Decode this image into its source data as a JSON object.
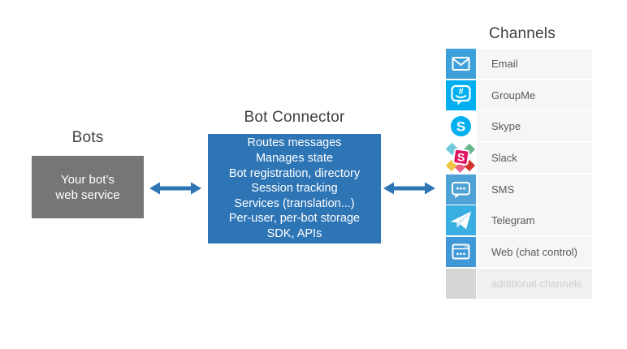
{
  "bots": {
    "heading": "Bots",
    "box_lines": [
      "Your bot’s",
      "web service"
    ]
  },
  "connector": {
    "heading": "Bot Connector",
    "lines": [
      "Routes messages",
      "Manages state",
      "Bot registration, directory",
      "Session tracking",
      "Services (translation...)",
      "Per-user, per-bot storage",
      "SDK, APIs"
    ]
  },
  "channels": {
    "heading": "Channels",
    "items": [
      {
        "label": "Email",
        "icon": "email-icon"
      },
      {
        "label": "GroupMe",
        "icon": "groupme-icon"
      },
      {
        "label": "Skype",
        "icon": "skype-icon"
      },
      {
        "label": "Slack",
        "icon": "slack-icon"
      },
      {
        "label": "SMS",
        "icon": "sms-icon"
      },
      {
        "label": "Telegram",
        "icon": "telegram-icon"
      },
      {
        "label": "Web (chat control)",
        "icon": "web-chat-icon"
      },
      {
        "label": "additional channels",
        "icon": "placeholder-icon",
        "disabled": true
      }
    ]
  },
  "colors": {
    "connector_blue": "#2E75B6",
    "arrow_blue": "#2E75B6",
    "bots_gray": "#767676",
    "heading_text": "#404040",
    "row_background": "#F5F6F7",
    "row_label": "#595959",
    "email_icon_bg": "#3EA0DB",
    "groupme_icon_bg": "#00AFF0",
    "skype_blue": "#00AFF0",
    "slack_magenta": "#E01563",
    "sms_icon_bg": "#4FA2D5",
    "telegram_icon_bg": "#38AEE3",
    "web_icon_bg": "#3E97D6",
    "disabled_gray": "#D5D5D5"
  }
}
